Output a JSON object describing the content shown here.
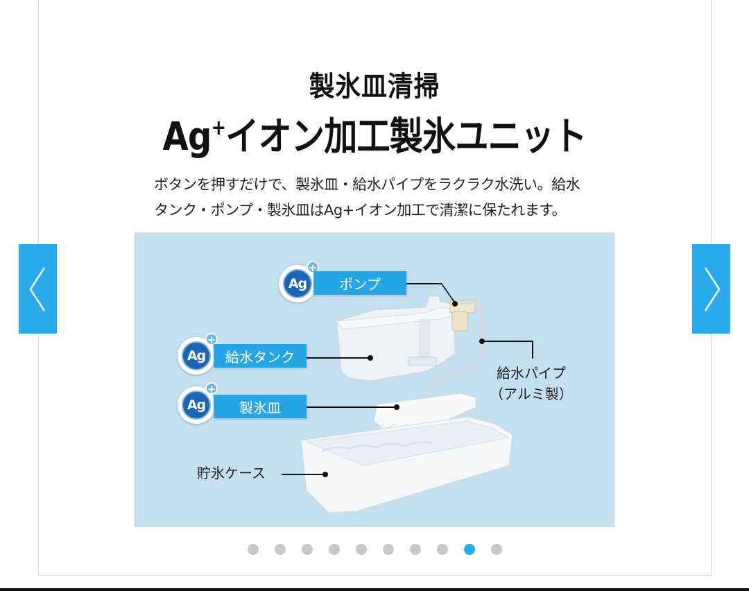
{
  "slide": {
    "title_line1": "製氷皿清掃",
    "title_line2_prefix": "Ag",
    "title_line2_sup": "+",
    "title_line2_rest": "イオン加工製氷ユニット",
    "description_line1": "ボタンを押すだけで、製氷皿・給水パイプをラクラク水洗い。給水",
    "description_line2": "タンク・ポンプ・製氷皿はAg+イオン加工で清潔に保たれます。"
  },
  "diagram": {
    "background_color": "#c3dff0",
    "ag_badge": {
      "text": "Ag",
      "plus": "+"
    },
    "tagged_parts": [
      {
        "label": "ポンプ"
      },
      {
        "label": "給水タンク"
      },
      {
        "label": "製氷皿"
      }
    ],
    "plain_labels": {
      "pipe_line1": "給水パイプ",
      "pipe_line2": "（アルミ製）",
      "ice_case": "貯氷ケース"
    }
  },
  "carousel": {
    "prev_icon": "chevron-left-icon",
    "next_icon": "chevron-right-icon",
    "accent_color": "#2aa9ec",
    "total_slides": 10,
    "active_index": 9,
    "indicators": [
      "1",
      "2",
      "3",
      "4",
      "5",
      "6",
      "7",
      "8",
      "9",
      "10"
    ]
  }
}
